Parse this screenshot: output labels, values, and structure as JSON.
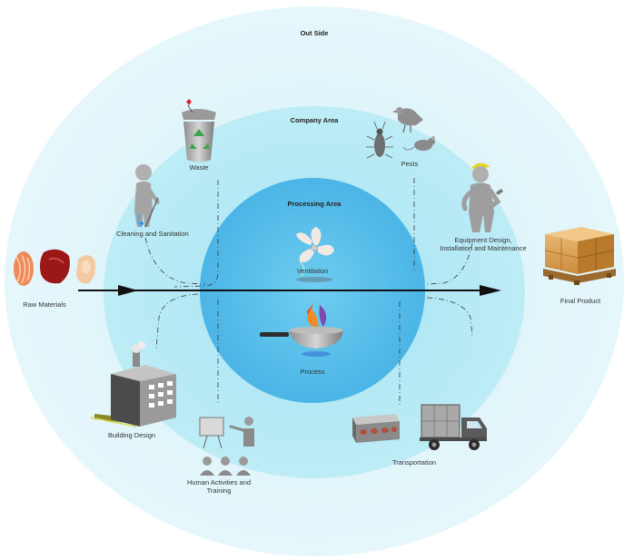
{
  "zones": {
    "outside": "Out Side",
    "company": "Company Area",
    "processing": "Processing Area"
  },
  "labels": {
    "raw_materials": "Raw Materials",
    "final_product": "Final Product",
    "waste": "Waste",
    "pests": "Pests",
    "cleaning": "Cleaning and Sanitation",
    "equipment_line1": "Equipment Design,",
    "equipment_line2": "Installation and Maintenance",
    "ventilation": "Ventilation",
    "process": "Process",
    "building": "Building Design",
    "human_line1": "Human Activities and",
    "human_line2": "Training",
    "transportation": "Transportation"
  },
  "icons": [
    "raw-meat-icon",
    "final-product-pallet-icon",
    "trash-bin-icon",
    "pests-icon",
    "cleaning-worker-icon",
    "maintenance-worker-icon",
    "ventilation-fan-icon",
    "cooking-pan-icon",
    "factory-building-icon",
    "training-people-icon",
    "transport-truck-icon",
    "conveyor-icon",
    "flow-arrow-icon"
  ],
  "colors": {
    "outside": "#e3f6fb",
    "company": "#b4eaf5",
    "processing": "#58c0ea"
  }
}
